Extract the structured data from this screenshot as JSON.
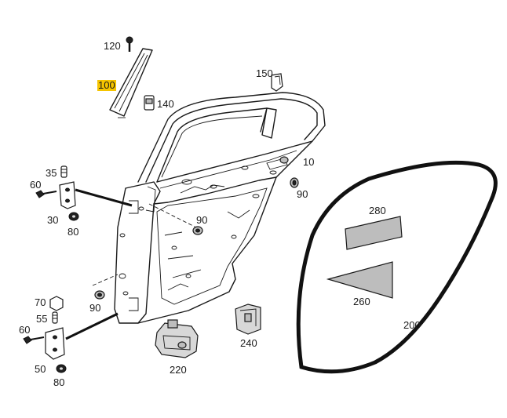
{
  "diagram": {
    "highlight_color": "#f5c400",
    "callouts": [
      {
        "id": "c120",
        "text": "120"
      },
      {
        "id": "c100",
        "text": "100",
        "highlighted": true
      },
      {
        "id": "c140",
        "text": "140"
      },
      {
        "id": "c150",
        "text": "150"
      },
      {
        "id": "c10",
        "text": "10"
      },
      {
        "id": "c90a",
        "text": "90"
      },
      {
        "id": "c35",
        "text": "35"
      },
      {
        "id": "c60a",
        "text": "60"
      },
      {
        "id": "c30",
        "text": "30"
      },
      {
        "id": "c80a",
        "text": "80"
      },
      {
        "id": "c90b",
        "text": "90"
      },
      {
        "id": "c90c",
        "text": "90"
      },
      {
        "id": "c280",
        "text": "280"
      },
      {
        "id": "c260",
        "text": "260"
      },
      {
        "id": "c200",
        "text": "200"
      },
      {
        "id": "c70",
        "text": "70"
      },
      {
        "id": "c55",
        "text": "55"
      },
      {
        "id": "c60b",
        "text": "60"
      },
      {
        "id": "c50",
        "text": "50"
      },
      {
        "id": "c80b",
        "text": "80"
      },
      {
        "id": "c240",
        "text": "240"
      },
      {
        "id": "c220",
        "text": "220"
      }
    ]
  }
}
